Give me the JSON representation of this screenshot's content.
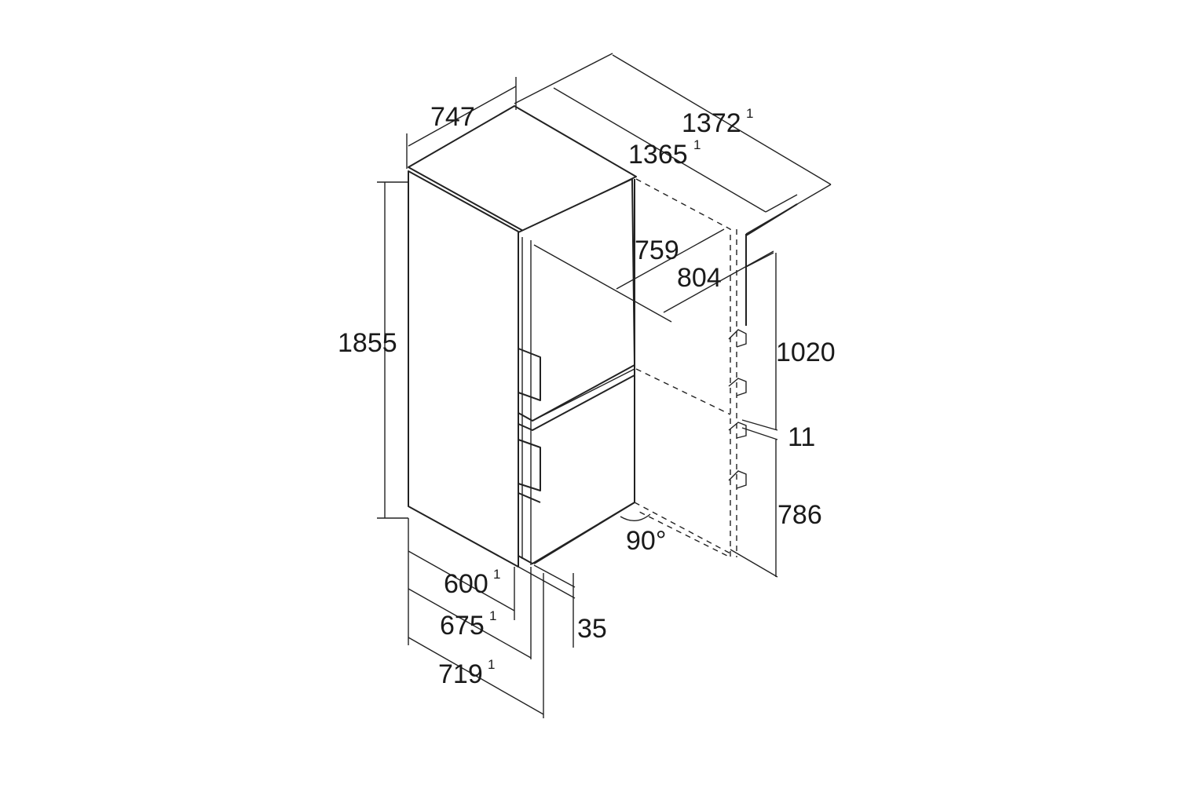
{
  "diagram": {
    "colors": {
      "line": "#222222",
      "text": "#1a1a1a",
      "background": "#ffffff"
    },
    "dimensions": {
      "width_top": "747",
      "total_depth_open_a": "1372",
      "total_depth_open_b": "1365",
      "door_swing_a": "759",
      "door_swing_b": "804",
      "height_total": "1855",
      "height_fridge": "1020",
      "gap": "11",
      "height_freezer": "786",
      "depth_body": "600",
      "depth_with_door": "675",
      "depth_with_handle": "719",
      "handle_offset": "35",
      "door_angle": "90°"
    },
    "footnote_mark": "1"
  }
}
